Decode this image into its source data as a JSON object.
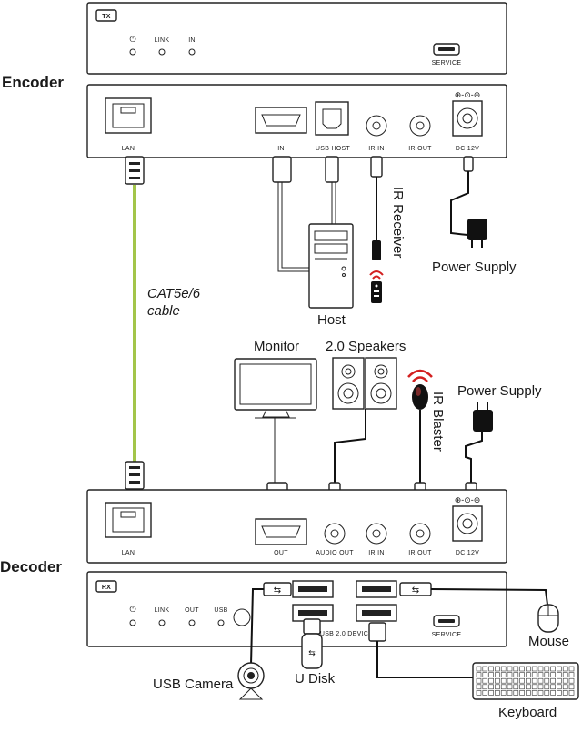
{
  "sections": {
    "encoder": "Encoder",
    "decoder": "Decoder"
  },
  "tx_panel": {
    "badge": "TX",
    "leds": [
      "⏻",
      "LINK",
      "IN"
    ],
    "service": "SERVICE"
  },
  "encoder_ports": {
    "lan": "LAN",
    "in": "IN",
    "usb_host": "USB HOST",
    "ir_in": "IR IN",
    "ir_out": "IR OUT",
    "dc": "DC 12V"
  },
  "decoder_ports": {
    "lan": "LAN",
    "out": "OUT",
    "audio_out": "AUDIO OUT",
    "ir_in": "IR IN",
    "ir_out": "IR OUT",
    "dc": "DC 12V"
  },
  "rx_panel": {
    "badge": "RX",
    "leds": [
      "⏻",
      "LINK",
      "OUT",
      "USB"
    ],
    "usb_device": "USB 2.0 DEVICE",
    "service": "SERVICE"
  },
  "devices": {
    "ir_receiver": "IR Receiver",
    "power_supply_top": "Power Supply",
    "cable": "CAT5e/6",
    "cable2": "cable",
    "host": "Host",
    "monitor": "Monitor",
    "speakers": "2.0 Speakers",
    "ir_blaster": "IR Blaster",
    "power_supply_bottom": "Power Supply",
    "mouse": "Mouse",
    "usb_camera": "USB Camera",
    "u_disk": "U Disk",
    "keyboard": "Keyboard"
  },
  "colors": {
    "cat_cable": "#a3c54a",
    "ir_red": "#d32020"
  },
  "icons": [
    "power-icon",
    "usb-icon",
    "rj45-icon",
    "hdmi-icon",
    "speaker-icon",
    "remote-control-icon",
    "ir-wave-icon"
  ]
}
